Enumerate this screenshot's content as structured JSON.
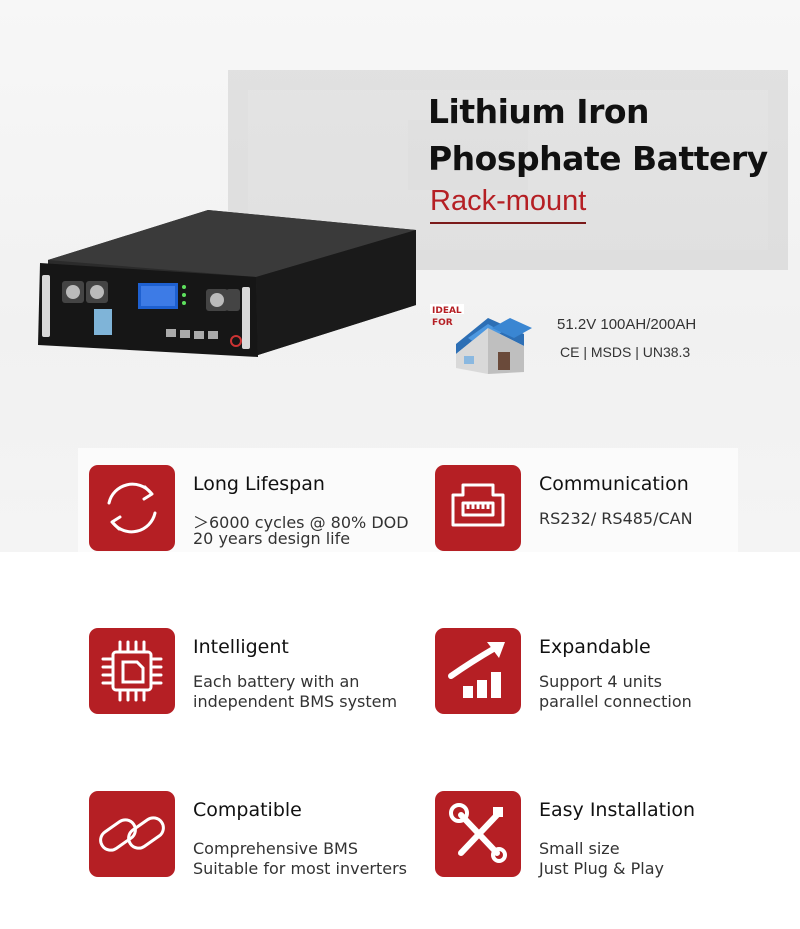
{
  "header": {
    "title_line1": "Lithium Iron",
    "title_line2": "Phosphate Battery",
    "subtitle": "Rack-mount"
  },
  "product": {
    "ideal_badge_line1": "IDEAL",
    "ideal_badge_line2": "FOR",
    "spec_voltage": "51.2V 100AH/200AH",
    "spec_certs": "CE | MSDS | UN38.3"
  },
  "colors": {
    "accent": "#b51f24",
    "title": "#111111"
  },
  "features": [
    {
      "title": "Long Lifespan",
      "line1": "＞6000 cycles @ 80% DOD",
      "line2": "20 years design life",
      "icon": "cycle-arrows-icon"
    },
    {
      "title": "Communication",
      "line1": "RS232/ RS485/CAN",
      "line2": "",
      "icon": "ethernet-port-icon"
    },
    {
      "title": "Intelligent",
      "line1": "Each battery with an",
      "line2": "independent BMS system",
      "icon": "chip-icon"
    },
    {
      "title": "Expandable",
      "line1": "Support 4 units",
      "line2": "parallel connection",
      "icon": "growth-arrow-icon"
    },
    {
      "title": "Compatible",
      "line1": "Comprehensive BMS",
      "line2": "Suitable for most inverters",
      "icon": "chain-link-icon"
    },
    {
      "title": "Easy Installation",
      "line1": "Small size",
      "line2": "Just Plug & Play",
      "icon": "tools-icon"
    }
  ]
}
